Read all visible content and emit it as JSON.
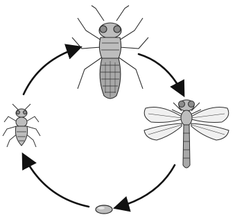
{
  "diagram": {
    "kind": "life-cycle",
    "stages": [
      {
        "id": "egg",
        "icon": "egg-icon"
      },
      {
        "id": "small-nymph",
        "icon": "small-nymph-icon"
      },
      {
        "id": "large-nymph",
        "icon": "large-nymph-icon"
      },
      {
        "id": "adult",
        "icon": "dragonfly-icon"
      }
    ],
    "cycle_direction": "clockwise",
    "colors": {
      "stroke": "#2b2b2b",
      "fill_light": "#e6e6e6",
      "fill_mid": "#bdbdbd",
      "fill_dark": "#8c8c8c",
      "wing_fill": "#f0f0f0",
      "arrow": "#111111"
    }
  }
}
